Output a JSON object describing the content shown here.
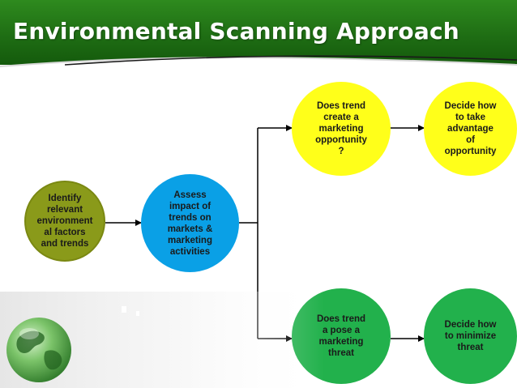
{
  "title": "Environmental Scanning Approach",
  "nodes": {
    "identify": "Identify\nrelevant\nenvironment\nal factors\nand trends",
    "assess": "Assess\nimpact of\ntrends on\nmarkets &\nmarketing\nactivities",
    "opportunity_q": "Does trend\ncreate  a\nmarketing\nopportunity\n?",
    "opportunity_action": "Decide how\nto take\nadvantage\nof\nopportunity",
    "threat_q": "Does trend\na pose  a\nmarketing\nthreat",
    "threat_action": "Decide how\nto minimize\nthreat"
  },
  "colors": {
    "title_green": "#1f6e14",
    "olive": "#8a9a1a",
    "cyan": "#0aa0e6",
    "yellow": "#ffff1a",
    "green": "#22b14c"
  },
  "icons": {
    "corner_graphic": "globe-icon"
  }
}
